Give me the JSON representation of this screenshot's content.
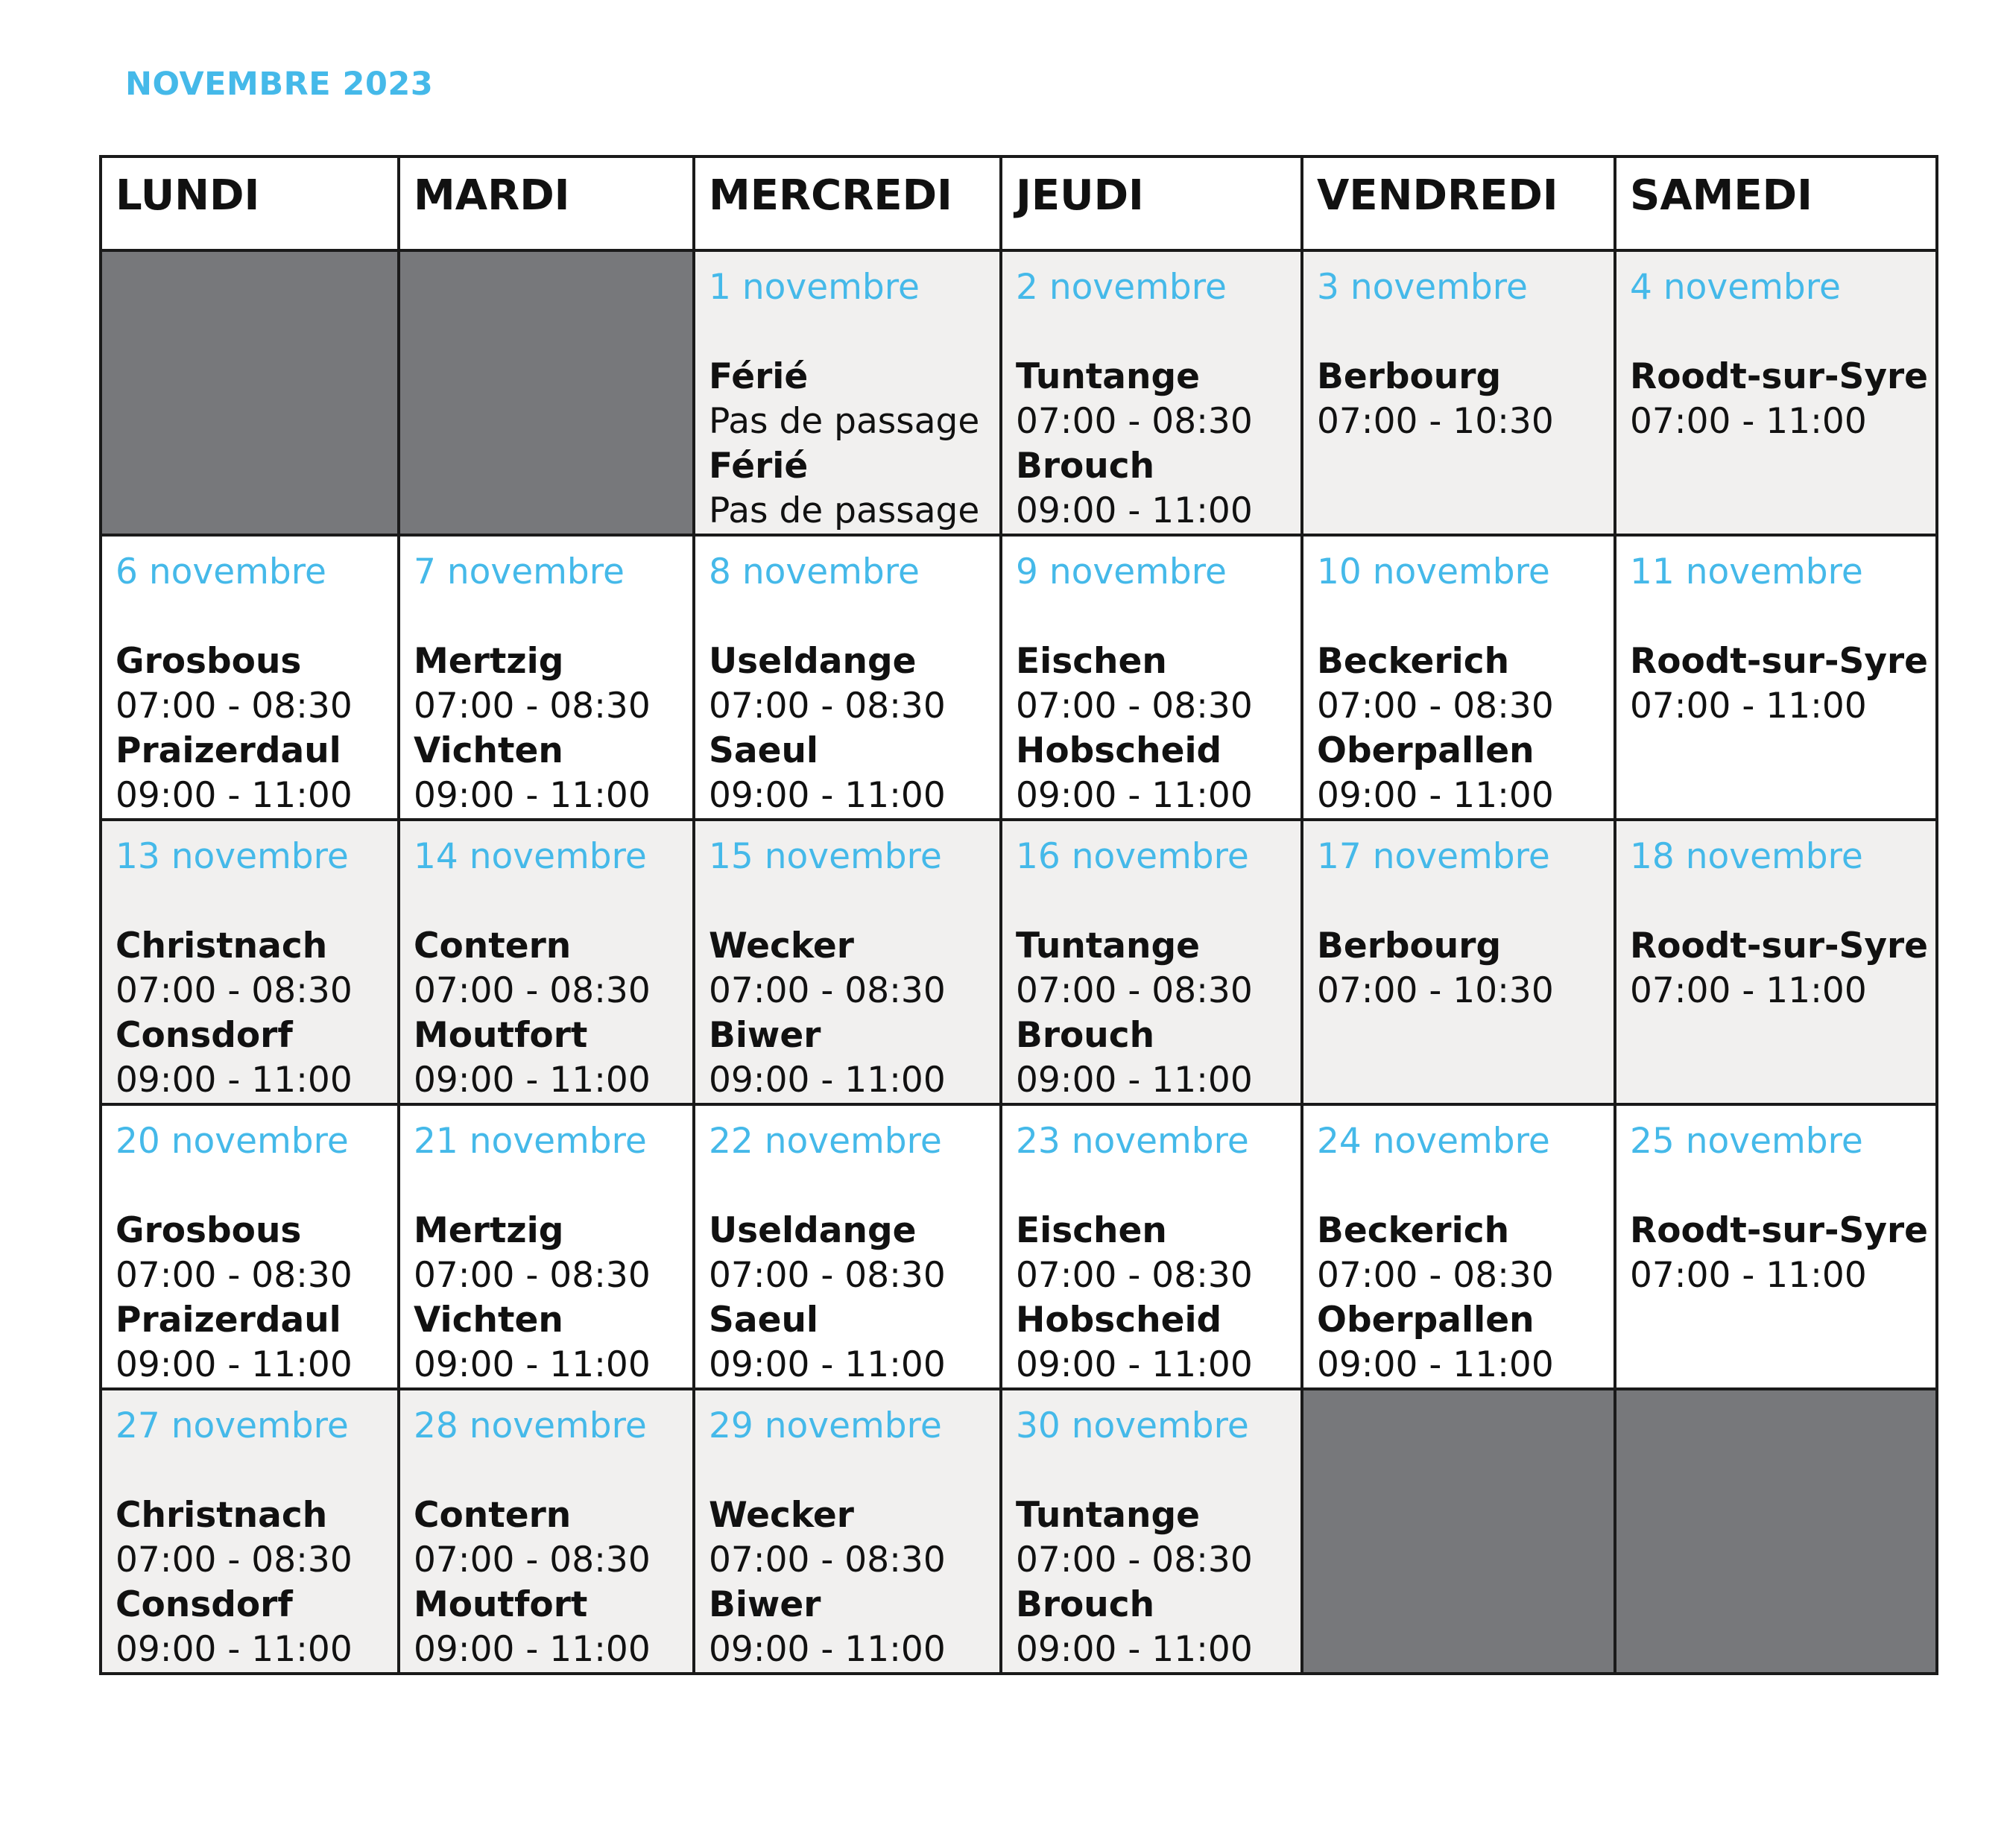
{
  "title": "NOVEMBRE 2023",
  "colors": {
    "accent": "#45b9e9",
    "empty_cell": "#77787b",
    "shaded_row": "#f1f0ef",
    "text": "#111111"
  },
  "days": [
    "LUNDI",
    "MARDI",
    "MERCREDI",
    "JEUDI",
    "VENDREDI",
    "SAMEDI"
  ],
  "weeks": [
    [
      null,
      null,
      {
        "date": "1 novembre",
        "events": [
          {
            "place": "Férié",
            "time": "Pas de passage"
          },
          {
            "place": "Férié",
            "time": "Pas de passage"
          }
        ]
      },
      {
        "date": "2 novembre",
        "events": [
          {
            "place": "Tuntange",
            "time": "07:00 - 08:30"
          },
          {
            "place": "Brouch",
            "time": "09:00 - 11:00"
          }
        ]
      },
      {
        "date": "3 novembre",
        "events": [
          {
            "place": "Berbourg",
            "time": "07:00 - 10:30"
          }
        ]
      },
      {
        "date": "4 novembre",
        "events": [
          {
            "place": "Roodt-sur-Syre",
            "time": "07:00 - 11:00"
          }
        ]
      }
    ],
    [
      {
        "date": "6 novembre",
        "events": [
          {
            "place": "Grosbous",
            "time": "07:00 - 08:30"
          },
          {
            "place": "Praizerdaul",
            "time": "09:00 - 11:00"
          }
        ]
      },
      {
        "date": "7 novembre",
        "events": [
          {
            "place": "Mertzig",
            "time": "07:00 - 08:30"
          },
          {
            "place": "Vichten",
            "time": "09:00 - 11:00"
          }
        ]
      },
      {
        "date": "8 novembre",
        "events": [
          {
            "place": "Useldange",
            "time": "07:00 - 08:30"
          },
          {
            "place": "Saeul",
            "time": "09:00 - 11:00"
          }
        ]
      },
      {
        "date": "9 novembre",
        "events": [
          {
            "place": "Eischen",
            "time": "07:00 - 08:30"
          },
          {
            "place": "Hobscheid",
            "time": "09:00 - 11:00"
          }
        ]
      },
      {
        "date": "10 novembre",
        "events": [
          {
            "place": "Beckerich",
            "time": "07:00 - 08:30"
          },
          {
            "place": "Oberpallen",
            "time": "09:00 - 11:00"
          }
        ]
      },
      {
        "date": "11 novembre",
        "events": [
          {
            "place": "Roodt-sur-Syre",
            "time": "07:00 - 11:00"
          }
        ]
      }
    ],
    [
      {
        "date": "13 novembre",
        "events": [
          {
            "place": "Christnach",
            "time": "07:00 - 08:30"
          },
          {
            "place": "Consdorf",
            "time": "09:00 - 11:00"
          }
        ]
      },
      {
        "date": "14 novembre",
        "events": [
          {
            "place": "Contern",
            "time": "07:00 - 08:30"
          },
          {
            "place": "Moutfort",
            "time": "09:00 - 11:00"
          }
        ]
      },
      {
        "date": "15 novembre",
        "events": [
          {
            "place": "Wecker",
            "time": "07:00 - 08:30"
          },
          {
            "place": "Biwer",
            "time": "09:00 - 11:00"
          }
        ]
      },
      {
        "date": "16 novembre",
        "events": [
          {
            "place": "Tuntange",
            "time": "07:00 - 08:30"
          },
          {
            "place": "Brouch",
            "time": "09:00 - 11:00"
          }
        ]
      },
      {
        "date": "17 novembre",
        "events": [
          {
            "place": "Berbourg",
            "time": "07:00 - 10:30"
          }
        ]
      },
      {
        "date": "18 novembre",
        "events": [
          {
            "place": "Roodt-sur-Syre",
            "time": "07:00 - 11:00"
          }
        ]
      }
    ],
    [
      {
        "date": "20 novembre",
        "events": [
          {
            "place": "Grosbous",
            "time": "07:00 - 08:30"
          },
          {
            "place": "Praizerdaul",
            "time": "09:00 - 11:00"
          }
        ]
      },
      {
        "date": "21 novembre",
        "events": [
          {
            "place": "Mertzig",
            "time": "07:00 - 08:30"
          },
          {
            "place": "Vichten",
            "time": "09:00 - 11:00"
          }
        ]
      },
      {
        "date": "22 novembre",
        "events": [
          {
            "place": "Useldange",
            "time": "07:00 - 08:30"
          },
          {
            "place": "Saeul",
            "time": "09:00 - 11:00"
          }
        ]
      },
      {
        "date": "23 novembre",
        "events": [
          {
            "place": "Eischen",
            "time": "07:00 - 08:30"
          },
          {
            "place": "Hobscheid",
            "time": "09:00 - 11:00"
          }
        ]
      },
      {
        "date": "24 novembre",
        "events": [
          {
            "place": "Beckerich",
            "time": "07:00 - 08:30"
          },
          {
            "place": "Oberpallen",
            "time": "09:00 - 11:00"
          }
        ]
      },
      {
        "date": "25 novembre",
        "events": [
          {
            "place": "Roodt-sur-Syre",
            "time": "07:00 - 11:00"
          }
        ]
      }
    ],
    [
      {
        "date": "27 novembre",
        "events": [
          {
            "place": "Christnach",
            "time": "07:00 - 08:30"
          },
          {
            "place": "Consdorf",
            "time": "09:00 - 11:00"
          }
        ]
      },
      {
        "date": "28 novembre",
        "events": [
          {
            "place": "Contern",
            "time": "07:00 - 08:30"
          },
          {
            "place": "Moutfort",
            "time": "09:00 - 11:00"
          }
        ]
      },
      {
        "date": "29 novembre",
        "events": [
          {
            "place": "Wecker",
            "time": "07:00 - 08:30"
          },
          {
            "place": "Biwer",
            "time": "09:00 - 11:00"
          }
        ]
      },
      {
        "date": "30 novembre",
        "events": [
          {
            "place": "Tuntange",
            "time": "07:00 - 08:30"
          },
          {
            "place": "Brouch",
            "time": "09:00 - 11:00"
          }
        ]
      },
      null,
      null
    ]
  ]
}
